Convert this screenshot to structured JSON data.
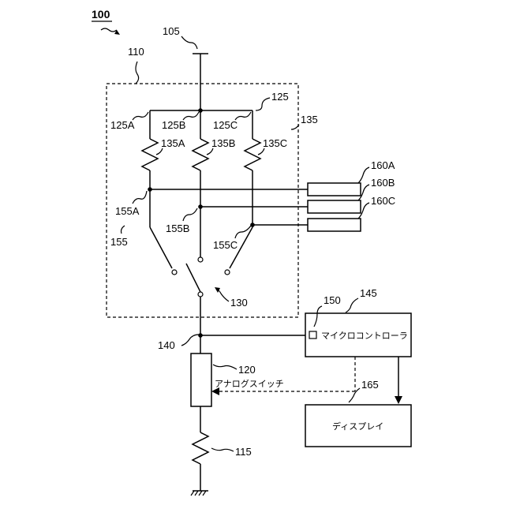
{
  "figure": {
    "ref_main": "100",
    "labels": {
      "l105": "105",
      "l110": "110",
      "l125": "125",
      "l125A": "125A",
      "l125B": "125B",
      "l125C": "125C",
      "l135": "135",
      "l135A": "135A",
      "l135B": "135B",
      "l135C": "135C",
      "l155A": "155A",
      "l155B": "155B",
      "l155C": "155C",
      "l155": "155",
      "l160A": "160A",
      "l160B": "160B",
      "l160C": "160C",
      "l130": "130",
      "l140": "140",
      "l150": "150",
      "l145": "145",
      "l120": "120",
      "l165": "165",
      "l115": "115"
    },
    "microcontroller_text": "マイクロコントローラ",
    "analog_switch_text": "アナログスイッチ",
    "display_text": "ディスプレイ"
  }
}
